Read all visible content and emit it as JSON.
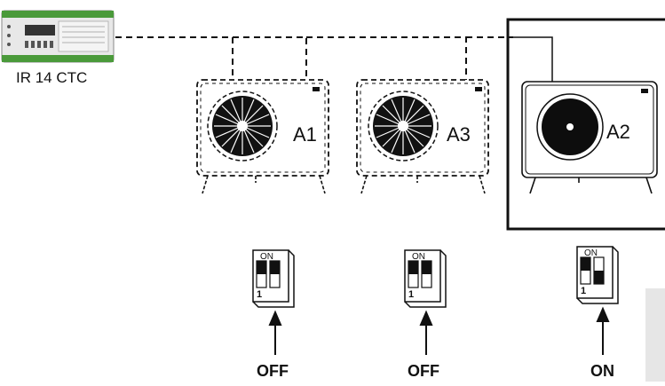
{
  "controller": {
    "label": "IR 14 CTC"
  },
  "units": [
    {
      "id": "A1",
      "label": "A1"
    },
    {
      "id": "A3",
      "label": "A3"
    },
    {
      "id": "A2",
      "label": "A2"
    }
  ],
  "dip_switches": [
    {
      "unit": "A1",
      "on_text": "ON",
      "position_text": "1",
      "state": "OFF"
    },
    {
      "unit": "A3",
      "on_text": "ON",
      "position_text": "1",
      "state": "OFF"
    },
    {
      "unit": "A2",
      "on_text": "ON",
      "position_text": "1",
      "state": "ON"
    }
  ]
}
